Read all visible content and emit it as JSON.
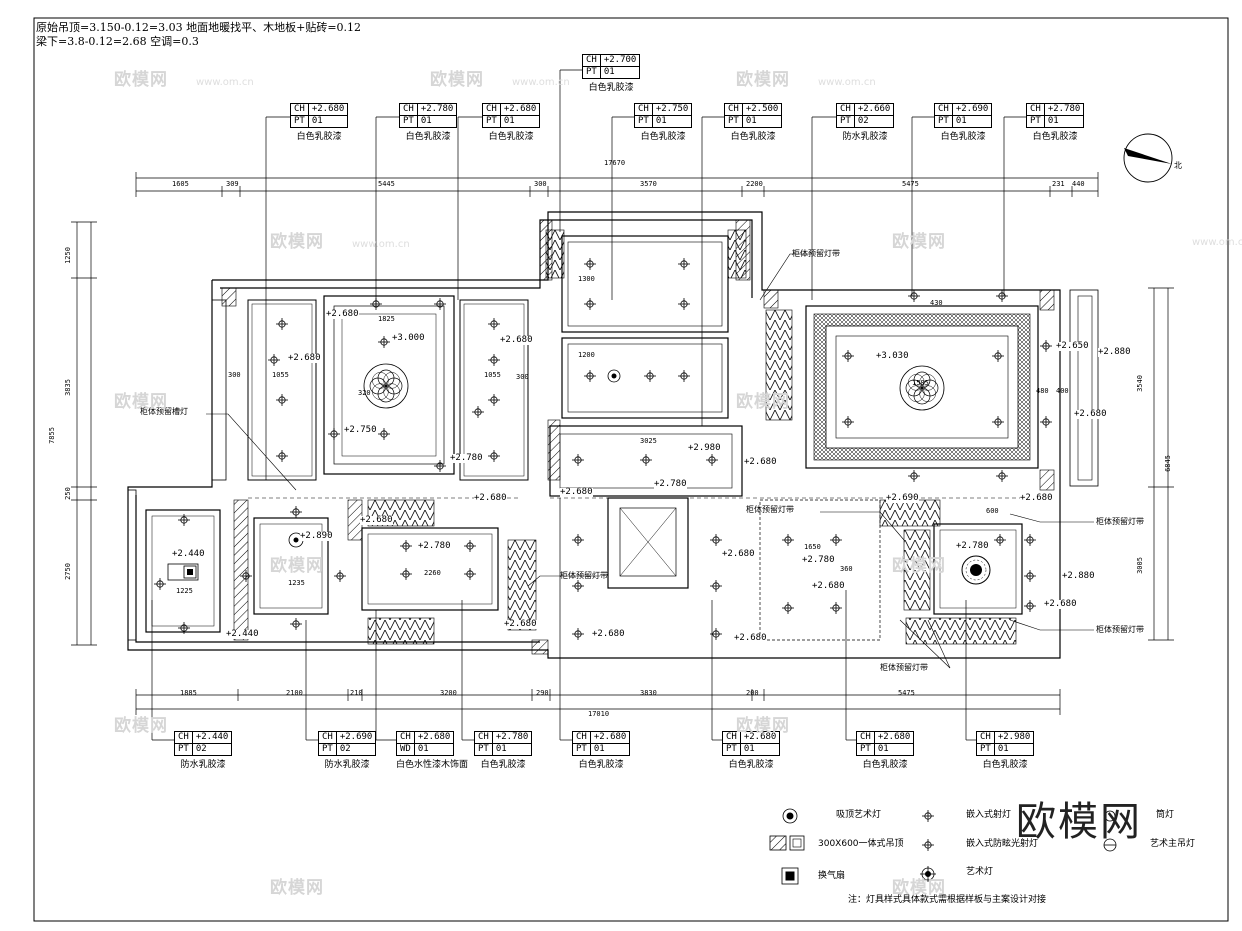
{
  "header": {
    "line1": "原始吊顶=3.150-0.12=3.03    地面地暖找平、木地板+贴砖=0.12",
    "line2": "梁下=3.8-0.12=2.68    空调=0.3"
  },
  "compass": {
    "label": "北"
  },
  "top_tags": [
    {
      "ch": "+2.700",
      "pt": "01",
      "caption": "白色乳胶漆"
    },
    {
      "ch": "+2.680",
      "pt": "01",
      "caption": "白色乳胶漆"
    },
    {
      "ch": "+2.780",
      "pt": "01",
      "caption": "白色乳胶漆"
    },
    {
      "ch": "+2.680",
      "pt": "01",
      "caption": "白色乳胶漆"
    },
    {
      "ch": "+2.750",
      "pt": "01",
      "caption": "白色乳胶漆"
    },
    {
      "ch": "+2.500",
      "pt": "01",
      "caption": "白色乳胶漆"
    },
    {
      "ch": "+2.660",
      "pt": "02",
      "caption": "防水乳胶漆"
    },
    {
      "ch": "+2.690",
      "pt": "01",
      "caption": "白色乳胶漆"
    },
    {
      "ch": "+2.780",
      "pt": "01",
      "caption": "白色乳胶漆"
    }
  ],
  "bottom_tags": [
    {
      "ch": "+2.440",
      "pt": "02",
      "caption": "防水乳胶漆"
    },
    {
      "ch": "+2.690",
      "pt": "02",
      "caption": "防水乳胶漆"
    },
    {
      "ch": "+2.680",
      "pt": "01",
      "pt_key": "WD",
      "caption": "白色水性漆木饰面"
    },
    {
      "ch": "+2.780",
      "pt": "01",
      "caption": "白色乳胶漆"
    },
    {
      "ch": "+2.680",
      "pt": "01",
      "caption": "白色乳胶漆"
    },
    {
      "ch": "+2.680",
      "pt": "01",
      "caption": "白色乳胶漆"
    },
    {
      "ch": "+2.680",
      "pt": "01",
      "caption": "白色乳胶漆"
    },
    {
      "ch": "+2.980",
      "pt": "01",
      "caption": "白色乳胶漆"
    }
  ],
  "tag_keys": {
    "ch": "CH",
    "pt": "PT",
    "wd": "WD"
  },
  "dims_top": {
    "total": "17670",
    "segments": [
      "1605",
      "309",
      "5445",
      "300",
      "3570",
      "2200",
      "5475",
      "231",
      "440"
    ]
  },
  "dims_bottom": {
    "total": "17010",
    "segments": [
      "1885",
      "2100",
      "210",
      "3200",
      "290",
      "3830",
      "200",
      "5475"
    ]
  },
  "dims_left": [
    "1250",
    "3835",
    "7855",
    "250",
    "2750"
  ],
  "dims_right": [
    "3540",
    "6845",
    "3005"
  ],
  "ceiling_heights": [
    "+2.680",
    "+2.680",
    "+3.000",
    "+2.680",
    "+2.750",
    "+2.780",
    "+2.440",
    "+2.890",
    "+2.440",
    "+2.780",
    "+2.680",
    "+2.680",
    "+2.680",
    "+2.980",
    "+2.680",
    "+2.780",
    "+2.680",
    "+3.030",
    "+2.650",
    "+2.880",
    "+2.680",
    "+2.690",
    "+2.680",
    "+2.780",
    "+2.680",
    "+2.780",
    "+2.880",
    "+2.680",
    "+2.680",
    "+2.680",
    "+2.680"
  ],
  "room_dims": [
    "1055",
    "1055",
    "300",
    "320",
    "300",
    "1825",
    "1235",
    "1225",
    "2260",
    "3025",
    "1650",
    "1585",
    "1300",
    "1200",
    "430",
    "400",
    "480",
    "600",
    "360"
  ],
  "annotations": [
    "柜体预留灯带",
    "柜体预留槽灯",
    "柜体预留灯带",
    "柜体预留灯带",
    "柜体预留灯带",
    "柜体预留灯带",
    "柜体预留灯带"
  ],
  "legend": {
    "items": [
      {
        "icon": "pendant-art-light-icon",
        "label": "吸顶艺术灯"
      },
      {
        "icon": "integrated-ceiling-icon",
        "label": "300X600一体式吊顶"
      },
      {
        "icon": "exhaust-fan-icon",
        "label": "换气扇"
      },
      {
        "icon": "recessed-spotlight-icon",
        "label": "嵌入式射灯"
      },
      {
        "icon": "recessed-antiglare-icon",
        "label": "嵌入式防眩光射灯"
      },
      {
        "icon": "art-light-icon",
        "label": "艺术灯"
      },
      {
        "icon": "down-light-icon",
        "label": "筒灯"
      },
      {
        "icon": "chandelier-icon",
        "label": "艺术主吊灯"
      }
    ],
    "note": "注：灯具样式具体款式需根据样板与主案设计对接"
  },
  "watermark": {
    "text": "欧模网",
    "url": "www.om.cn"
  },
  "brand": {
    "text": "欧模网"
  },
  "colors": {
    "line": "#000000",
    "watermark": "#d6d6d6",
    "background": "#ffffff"
  }
}
